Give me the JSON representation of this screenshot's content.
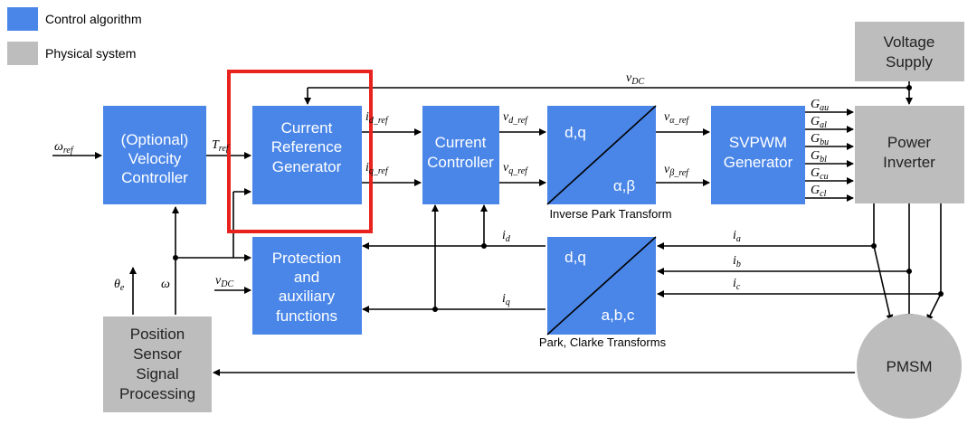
{
  "legend": {
    "control": "Control algorithm",
    "physical": "Physical system"
  },
  "colors": {
    "control_block": "#4a86e8",
    "physical_block": "#bdbdbd",
    "highlight": "#e8231e"
  },
  "blocks": {
    "velocity": [
      "(Optional)",
      "Velocity",
      "Controller"
    ],
    "current_ref": [
      "Current",
      "Reference",
      "Generator"
    ],
    "current_ctrl": [
      "Current",
      "Controller"
    ],
    "protection": [
      "Protection",
      "and",
      "auxiliary",
      "functions"
    ],
    "svpwm": [
      "SVPWM",
      "Generator"
    ],
    "voltage_supply": [
      "Voltage",
      "Supply"
    ],
    "power_inverter": [
      "Power",
      "Inverter"
    ],
    "position_sensor": [
      "Position",
      "Sensor",
      "Signal",
      "Processing"
    ],
    "pmsm": "PMSM",
    "inv_park_top": "d,q",
    "inv_park_bottom": "α,β",
    "park_top": "d,q",
    "park_bottom": "a,b,c"
  },
  "captions": {
    "inverse_park": "Inverse Park Transform",
    "park_clarke": "Park, Clarke Transforms"
  },
  "signals": {
    "omega_ref": [
      "ω",
      "ref"
    ],
    "t_ref": [
      "T",
      "ref"
    ],
    "id_ref": [
      "i",
      "d_ref"
    ],
    "iq_ref": [
      "i",
      "q_ref"
    ],
    "vd_ref": [
      "v",
      "d_ref"
    ],
    "vq_ref": [
      "v",
      "q_ref"
    ],
    "valpha_ref": [
      "v",
      "α_ref"
    ],
    "vbeta_ref": [
      "v",
      "β_ref"
    ],
    "vdc_top": [
      "v",
      "DC"
    ],
    "vdc_prot": [
      "v",
      "DC"
    ],
    "id": [
      "i",
      "d"
    ],
    "iq": [
      "i",
      "q"
    ],
    "ia": [
      "i",
      "a"
    ],
    "ib": [
      "i",
      "b"
    ],
    "ic": [
      "i",
      "c"
    ],
    "theta_e": [
      "θ",
      "e"
    ],
    "omega": [
      "ω",
      ""
    ],
    "g_au": [
      "G",
      "au"
    ],
    "g_al": [
      "G",
      "al"
    ],
    "g_bu": [
      "G",
      "bu"
    ],
    "g_bl": [
      "G",
      "bl"
    ],
    "g_cu": [
      "G",
      "cu"
    ],
    "g_cl": [
      "G",
      "cl"
    ]
  }
}
